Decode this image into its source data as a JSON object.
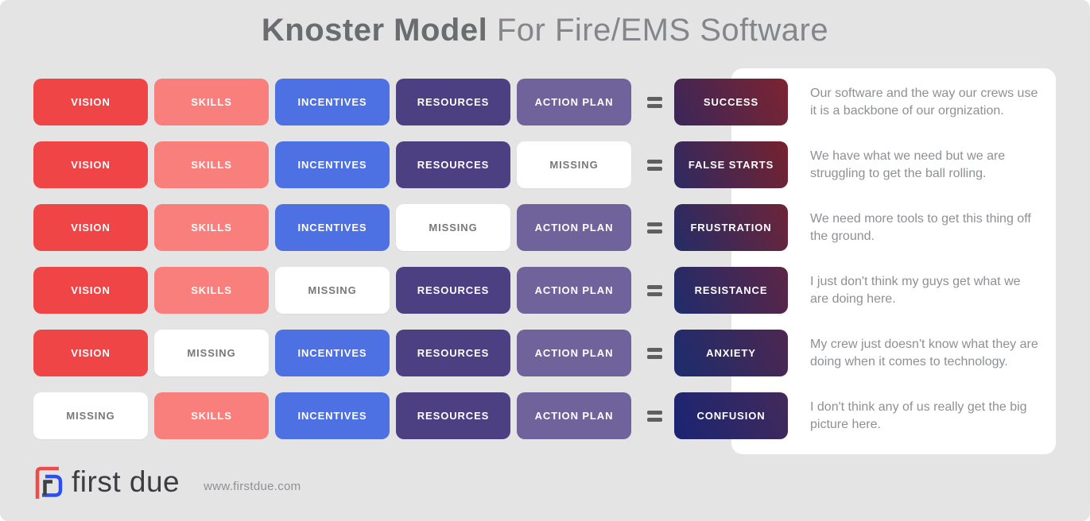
{
  "title": {
    "bold": "Knoster Model",
    "light": "For Fire/EMS Software"
  },
  "pill_colors": {
    "vision": {
      "bg": "#EF4546",
      "text": "#FFFFFF"
    },
    "skills": {
      "bg": "#F87F7C",
      "text": "#FFFFFF"
    },
    "incentives": {
      "bg": "#4D71E2",
      "text": "#FFFFFF"
    },
    "resources": {
      "bg": "#4C4083",
      "text": "#FFFFFF"
    },
    "action": {
      "bg": "#70639B",
      "text": "#FFFFFF"
    },
    "missing": {
      "bg": "#FFFFFF",
      "text": "#77787B"
    },
    "result_gradient_angle": "66deg",
    "equals": "#5F5F5F"
  },
  "rows": [
    {
      "pills": [
        {
          "type": "vision",
          "label": "VISION"
        },
        {
          "type": "skills",
          "label": "SKILLS"
        },
        {
          "type": "incentives",
          "label": "INCENTIVES"
        },
        {
          "type": "resources",
          "label": "RESOURCES"
        },
        {
          "type": "action",
          "label": "ACTION PLAN"
        }
      ],
      "result": {
        "label": "SUCCESS",
        "gradient": [
          "#3A2659",
          "#7D2430"
        ]
      },
      "description": "Our software and the way our crews use it is a backbone of our orgnization."
    },
    {
      "pills": [
        {
          "type": "vision",
          "label": "VISION"
        },
        {
          "type": "skills",
          "label": "SKILLS"
        },
        {
          "type": "incentives",
          "label": "INCENTIVES"
        },
        {
          "type": "resources",
          "label": "RESOURCES"
        },
        {
          "type": "missing",
          "label": "MISSING"
        }
      ],
      "result": {
        "label": "FALSE STARTS",
        "gradient": [
          "#2E2A62",
          "#76222E"
        ]
      },
      "description": "We have what we need but we are struggling to get the ball rolling."
    },
    {
      "pills": [
        {
          "type": "vision",
          "label": "VISION"
        },
        {
          "type": "skills",
          "label": "SKILLS"
        },
        {
          "type": "incentives",
          "label": "INCENTIVES"
        },
        {
          "type": "missing",
          "label": "MISSING"
        },
        {
          "type": "action",
          "label": "ACTION PLAN"
        }
      ],
      "result": {
        "label": "FRUSTRATION",
        "gradient": [
          "#242C67",
          "#6E2438"
        ]
      },
      "description": "We need more tools to get this thing off the ground."
    },
    {
      "pills": [
        {
          "type": "vision",
          "label": "VISION"
        },
        {
          "type": "skills",
          "label": "SKILLS"
        },
        {
          "type": "missing",
          "label": "MISSING"
        },
        {
          "type": "resources",
          "label": "RESOURCES"
        },
        {
          "type": "action",
          "label": "ACTION PLAN"
        }
      ],
      "result": {
        "label": "RESISTANCE",
        "gradient": [
          "#1F2C6C",
          "#5D2545"
        ]
      },
      "description": "I just don't think my guys get what we are doing here."
    },
    {
      "pills": [
        {
          "type": "vision",
          "label": "VISION"
        },
        {
          "type": "missing",
          "label": "MISSING"
        },
        {
          "type": "incentives",
          "label": "INCENTIVES"
        },
        {
          "type": "resources",
          "label": "RESOURCES"
        },
        {
          "type": "action",
          "label": "ACTION PLAN"
        }
      ],
      "result": {
        "label": "ANXIETY",
        "gradient": [
          "#1C2C6E",
          "#4D2750"
        ]
      },
      "description": "My crew just doesn't know what they are doing when it comes to technology."
    },
    {
      "pills": [
        {
          "type": "missing",
          "label": "MISSING"
        },
        {
          "type": "skills",
          "label": "SKILLS"
        },
        {
          "type": "incentives",
          "label": "INCENTIVES"
        },
        {
          "type": "resources",
          "label": "RESOURCES"
        },
        {
          "type": "action",
          "label": "ACTION PLAN"
        }
      ],
      "result": {
        "label": "CONFUSION",
        "gradient": [
          "#1A2473",
          "#432A5A"
        ]
      },
      "description": "I don't think any of us really get the big picture here."
    }
  ],
  "footer": {
    "brand": "first due",
    "url": "www.firstdue.com",
    "logo_colors": {
      "red": "#F04A4A",
      "blue": "#2B4FF0",
      "dark": "#3F4043"
    }
  }
}
